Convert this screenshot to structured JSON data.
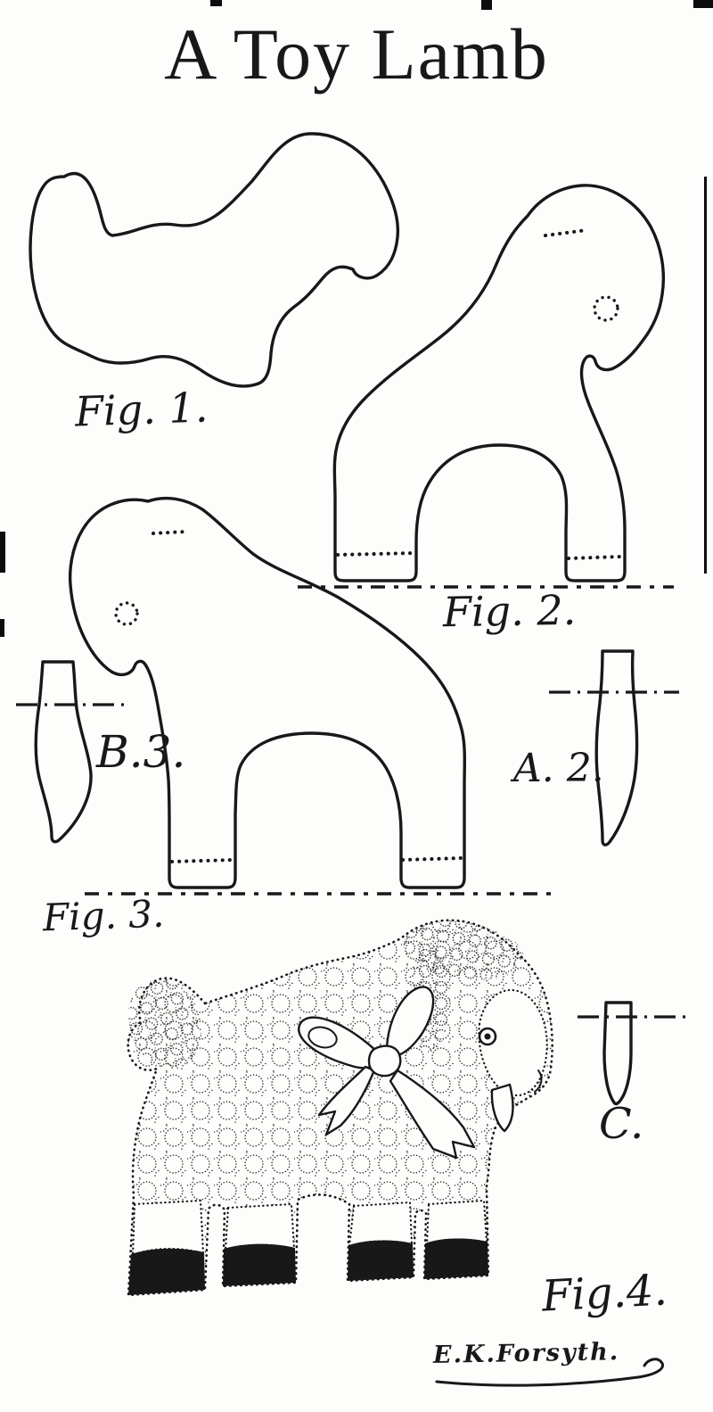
{
  "title": "A Toy Lamb",
  "signature": "E.K.Forsyth.",
  "figure_labels": {
    "fig1": "Fig. 1.",
    "fig2": "Fig. 2.",
    "fig3": "Fig. 3.",
    "fig4": "Fig.4."
  },
  "piece_labels": {
    "a": "A. 2.",
    "b": "B.3.",
    "c": "C."
  },
  "colors": {
    "ink": "#181818",
    "paper": "#fdfdfb"
  }
}
